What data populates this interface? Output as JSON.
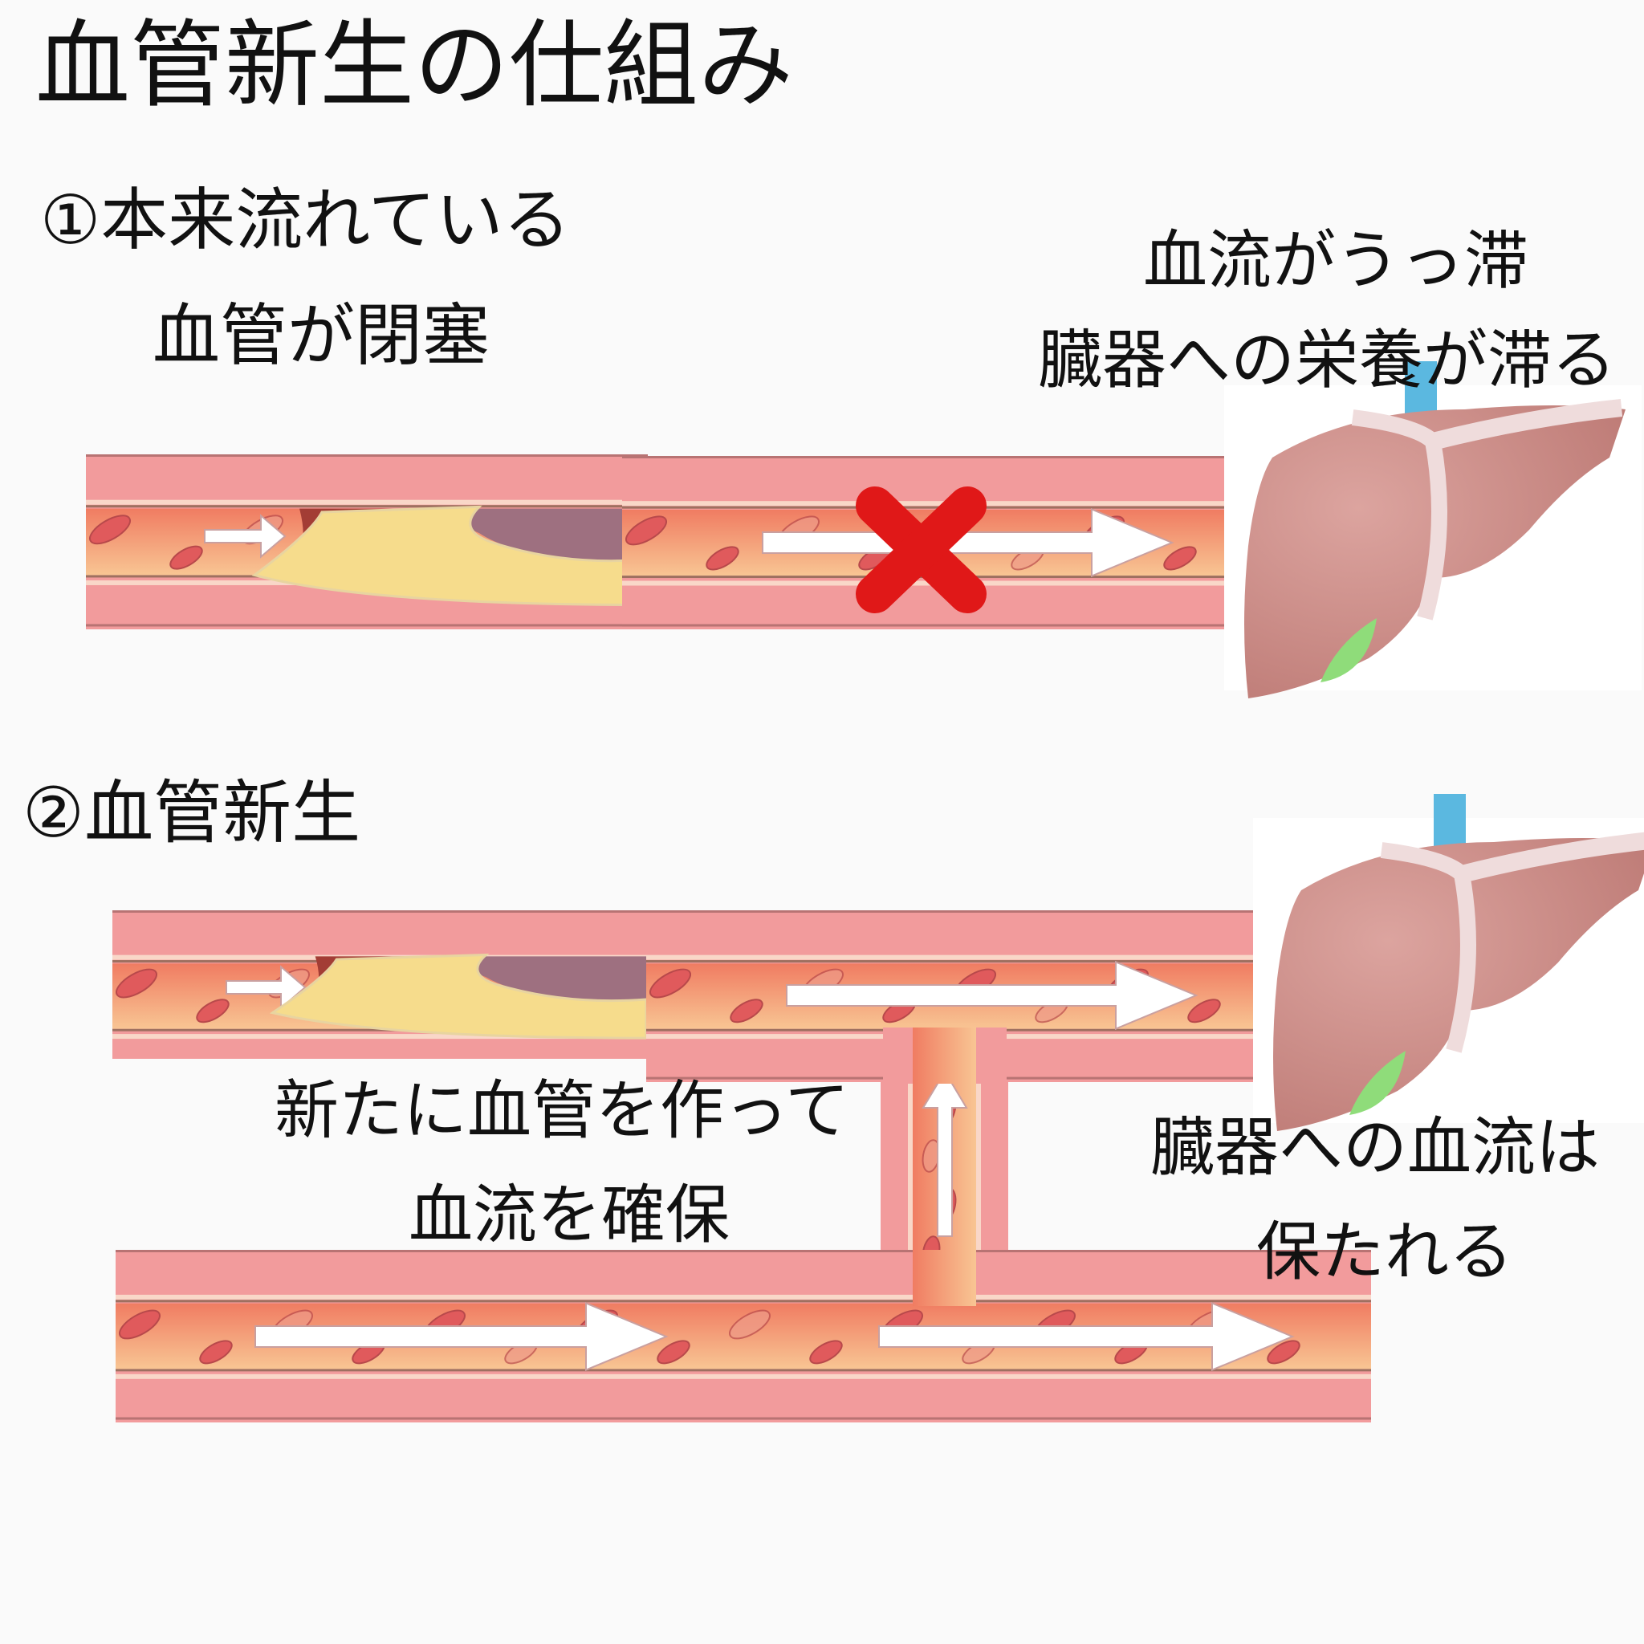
{
  "title": "血管新生の仕組み",
  "section1": {
    "heading_line1": "①本来流れている",
    "heading_line2": "血管が閉塞",
    "note_line1": "血流がうっ滞",
    "note_line2": "臓器への栄養が滞る",
    "blocked_mark_icon": "red-x-icon",
    "organ_icon": "liver-icon"
  },
  "section2": {
    "heading": "②血管新生",
    "caption_line1": "新たに血管を作って",
    "caption_line2": "血流を確保",
    "note_line1": "臓器への血流は",
    "note_line2": "保たれる",
    "organ_icon": "liver-icon"
  },
  "colors": {
    "vessel_wall": "#f29b9c",
    "lumen": "#f4a278",
    "plaque": "#f6dc8c",
    "red_cell": "#e05a5c",
    "blocked_mark": "#e01818",
    "liver": "#c98580",
    "gallbladder": "#8fdc7a",
    "vein": "#5bb8e0"
  }
}
